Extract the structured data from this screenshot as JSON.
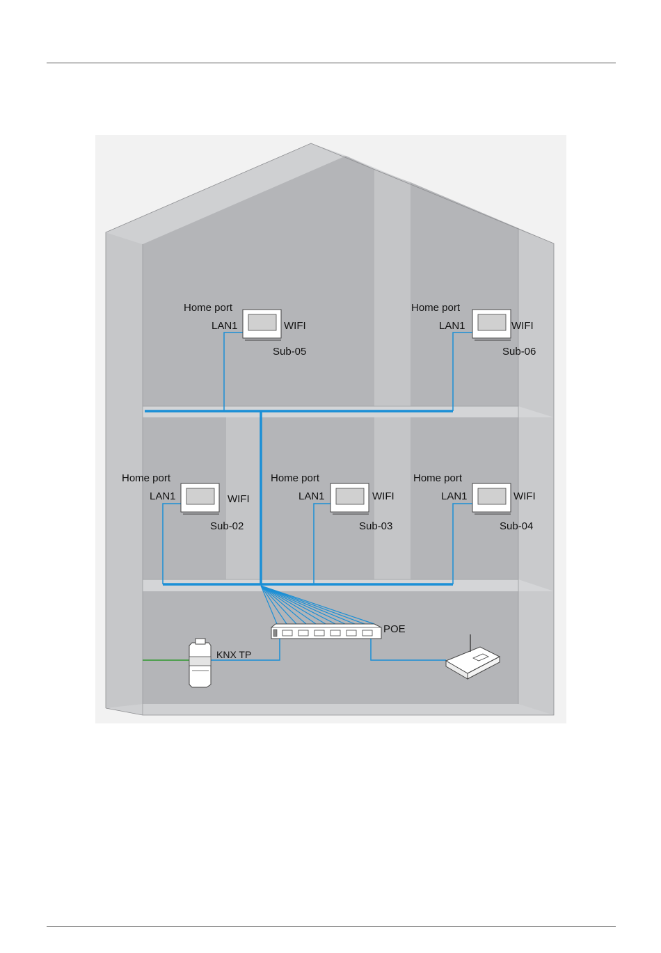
{
  "panels": [
    {
      "id": "sub05",
      "home_port": "Home port",
      "lan": "LAN1",
      "wifi": "WIFI",
      "name": "Sub-05"
    },
    {
      "id": "sub06",
      "home_port": "Home port",
      "lan": "LAN1",
      "wifi": "WIFI",
      "name": "Sub-06"
    },
    {
      "id": "sub02",
      "home_port": "Home port",
      "lan": "LAN1",
      "wifi": "WIFI",
      "name": "Sub-02"
    },
    {
      "id": "sub03",
      "home_port": "Home port",
      "lan": "LAN1",
      "wifi": "WIFI",
      "name": "Sub-03"
    },
    {
      "id": "sub04",
      "home_port": "Home port",
      "lan": "LAN1",
      "wifi": "WIFI",
      "name": "Sub-04"
    }
  ],
  "switch": {
    "label": "POE"
  },
  "knx": {
    "label": "KNX TP"
  },
  "icons": [
    "house-icon",
    "indoor-monitor-icon",
    "poe-switch-icon",
    "knx-module-icon",
    "wifi-router-icon"
  ],
  "colors": {
    "network_cable": "#1a8fd6",
    "knx_cable": "#2e9a2e",
    "wall_front": "#b4b5b8",
    "wall_side": "#c9cacc",
    "floor_slab": "#d4d5d7"
  }
}
